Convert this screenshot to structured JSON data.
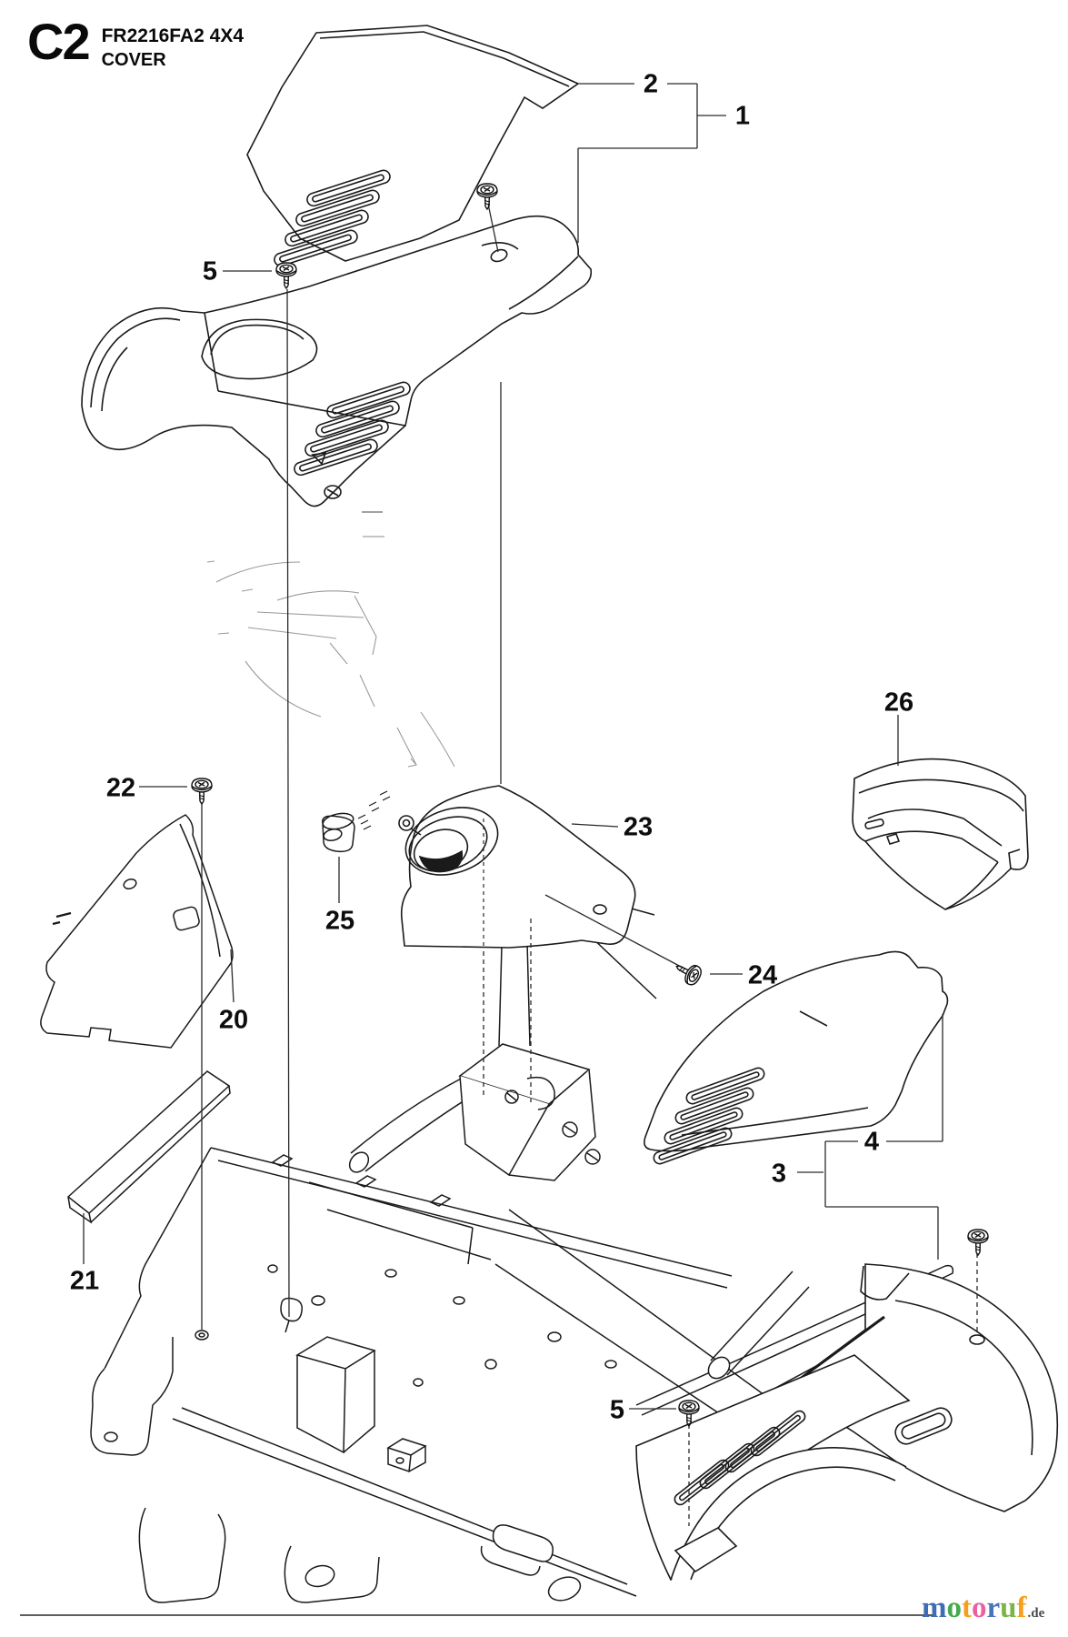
{
  "header": {
    "code": "C2",
    "model": "FR2216FA2 4X4",
    "section": "COVER"
  },
  "callouts": [
    {
      "part": "top-vent-panel",
      "label": "2"
    },
    {
      "part": "main-cover-assembly",
      "label": "1"
    },
    {
      "part": "screw-top",
      "label": "5"
    },
    {
      "part": "screw-left",
      "label": "22"
    },
    {
      "part": "bushing",
      "label": "25"
    },
    {
      "part": "steering-console-cover",
      "label": "23"
    },
    {
      "part": "rear-small-cover",
      "label": "26"
    },
    {
      "part": "screw-console",
      "label": "24"
    },
    {
      "part": "side-vent-panel",
      "label": "4"
    },
    {
      "part": "rear-fender-cover",
      "label": "3"
    },
    {
      "part": "left-side-panel",
      "label": "20"
    },
    {
      "part": "insulation-strip",
      "label": "21"
    },
    {
      "part": "screw-bottom",
      "label": "5"
    }
  ],
  "footer": {
    "logo": {
      "letters": [
        {
          "char": "m",
          "color": "#3e6db6"
        },
        {
          "char": "o",
          "color": "#45a94d"
        },
        {
          "char": "t",
          "color": "#f5a01d"
        },
        {
          "char": "o",
          "color": "#ec5f9f"
        },
        {
          "char": "r",
          "color": "#4a74ba"
        },
        {
          "char": "u",
          "color": "#7cb546"
        },
        {
          "char": "f",
          "color": "#f6a01c"
        }
      ],
      "suffix": ".de",
      "suffix_color": "#4a4a4a"
    }
  }
}
